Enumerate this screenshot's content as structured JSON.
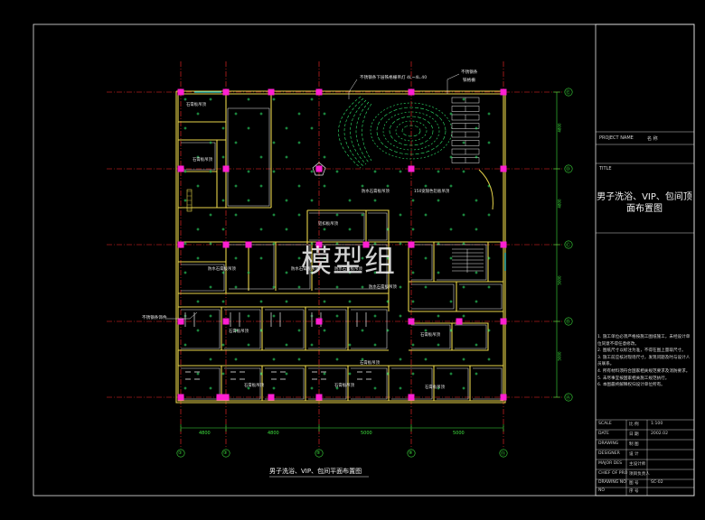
{
  "drawing": {
    "plan_title": "男子洗浴、VIP、包间平面布置图",
    "watermark": "模型组",
    "callouts": {
      "top_left": "不锈钢条下层铁格栅吊灯 4L~4L.40",
      "top_right_1": "不锈钢条",
      "top_right_2": "铁格栅",
      "left_edge": "不锈钢条饰件"
    },
    "room_labels": [
      "石膏板吊顶",
      "石膏板吊顶",
      "铝扣板吊顶",
      "防水石膏板吊顶",
      "150宽银色铝板吊顶",
      "防水石膏板吊顶",
      "防水石膏板吊顶",
      "防水石膏板吊顶",
      "防水石膏板吊顶",
      "石膏板吊顶",
      "石膏板吊顶",
      "石膏板吊顶",
      "石膏板吊顶",
      "石膏板吊顶",
      "石膏板吊顶"
    ],
    "grid_cols": [
      "①",
      "③",
      "⑤",
      "⑨",
      "⑪"
    ],
    "grid_rows": [
      "Ⓔ",
      "Ⓓ",
      "Ⓒ",
      "Ⓑ",
      "Ⓐ"
    ],
    "dim_labels": [
      "4800",
      "4800",
      "5000",
      "5000",
      "4800"
    ]
  },
  "title_block": {
    "project_label": "PROJECT NAME",
    "project_value": "名 称",
    "title_label": "TITLE",
    "title_zh": "男子洗浴、VIP、包间顶面布置图",
    "notes": [
      "1. 施工单位必须严格按施工图纸施工，未经设计单位同意不得任意修改。",
      "2. 图纸尺寸以标注为准，不得在图上量取尺寸。",
      "3. 施工前应核对现场尺寸，发现问题及时与设计人员联系。",
      "4. 所有材料须符合国家相关规范要求及消防要求。",
      "5. 未尽事宜按国家相关施工规范执行。",
      "6. 本图最终解释权归设计单位所有。"
    ],
    "rows": [
      {
        "label": "SCALE",
        "key": "比 例",
        "value": "1:100"
      },
      {
        "label": "DATE",
        "key": "日 期",
        "value": "2002.02"
      },
      {
        "label": "DRAWING",
        "key": "制 图",
        "value": ""
      },
      {
        "label": "DESIGNER",
        "key": "设 计",
        "value": ""
      },
      {
        "label": "MAJOR DES",
        "key": "主设计师",
        "value": ""
      },
      {
        "label": "CHIEF OF PRO",
        "key": "项目负责人",
        "value": ""
      },
      {
        "label": "DRAWING NO",
        "key": "图 号",
        "value": "SC-02"
      },
      {
        "label": "NO",
        "key": "序 号",
        "value": ""
      }
    ]
  },
  "colors": {
    "background": "#000000",
    "frame": "#e6e6e6",
    "wall": "#e7d44a",
    "grid": "#ff2a2a",
    "column": "#ff1fd1",
    "dimension": "#3de03d",
    "fixture": "#2fe66a",
    "ceiling": "#e8e8e8",
    "cyan": "#35d6d6"
  }
}
